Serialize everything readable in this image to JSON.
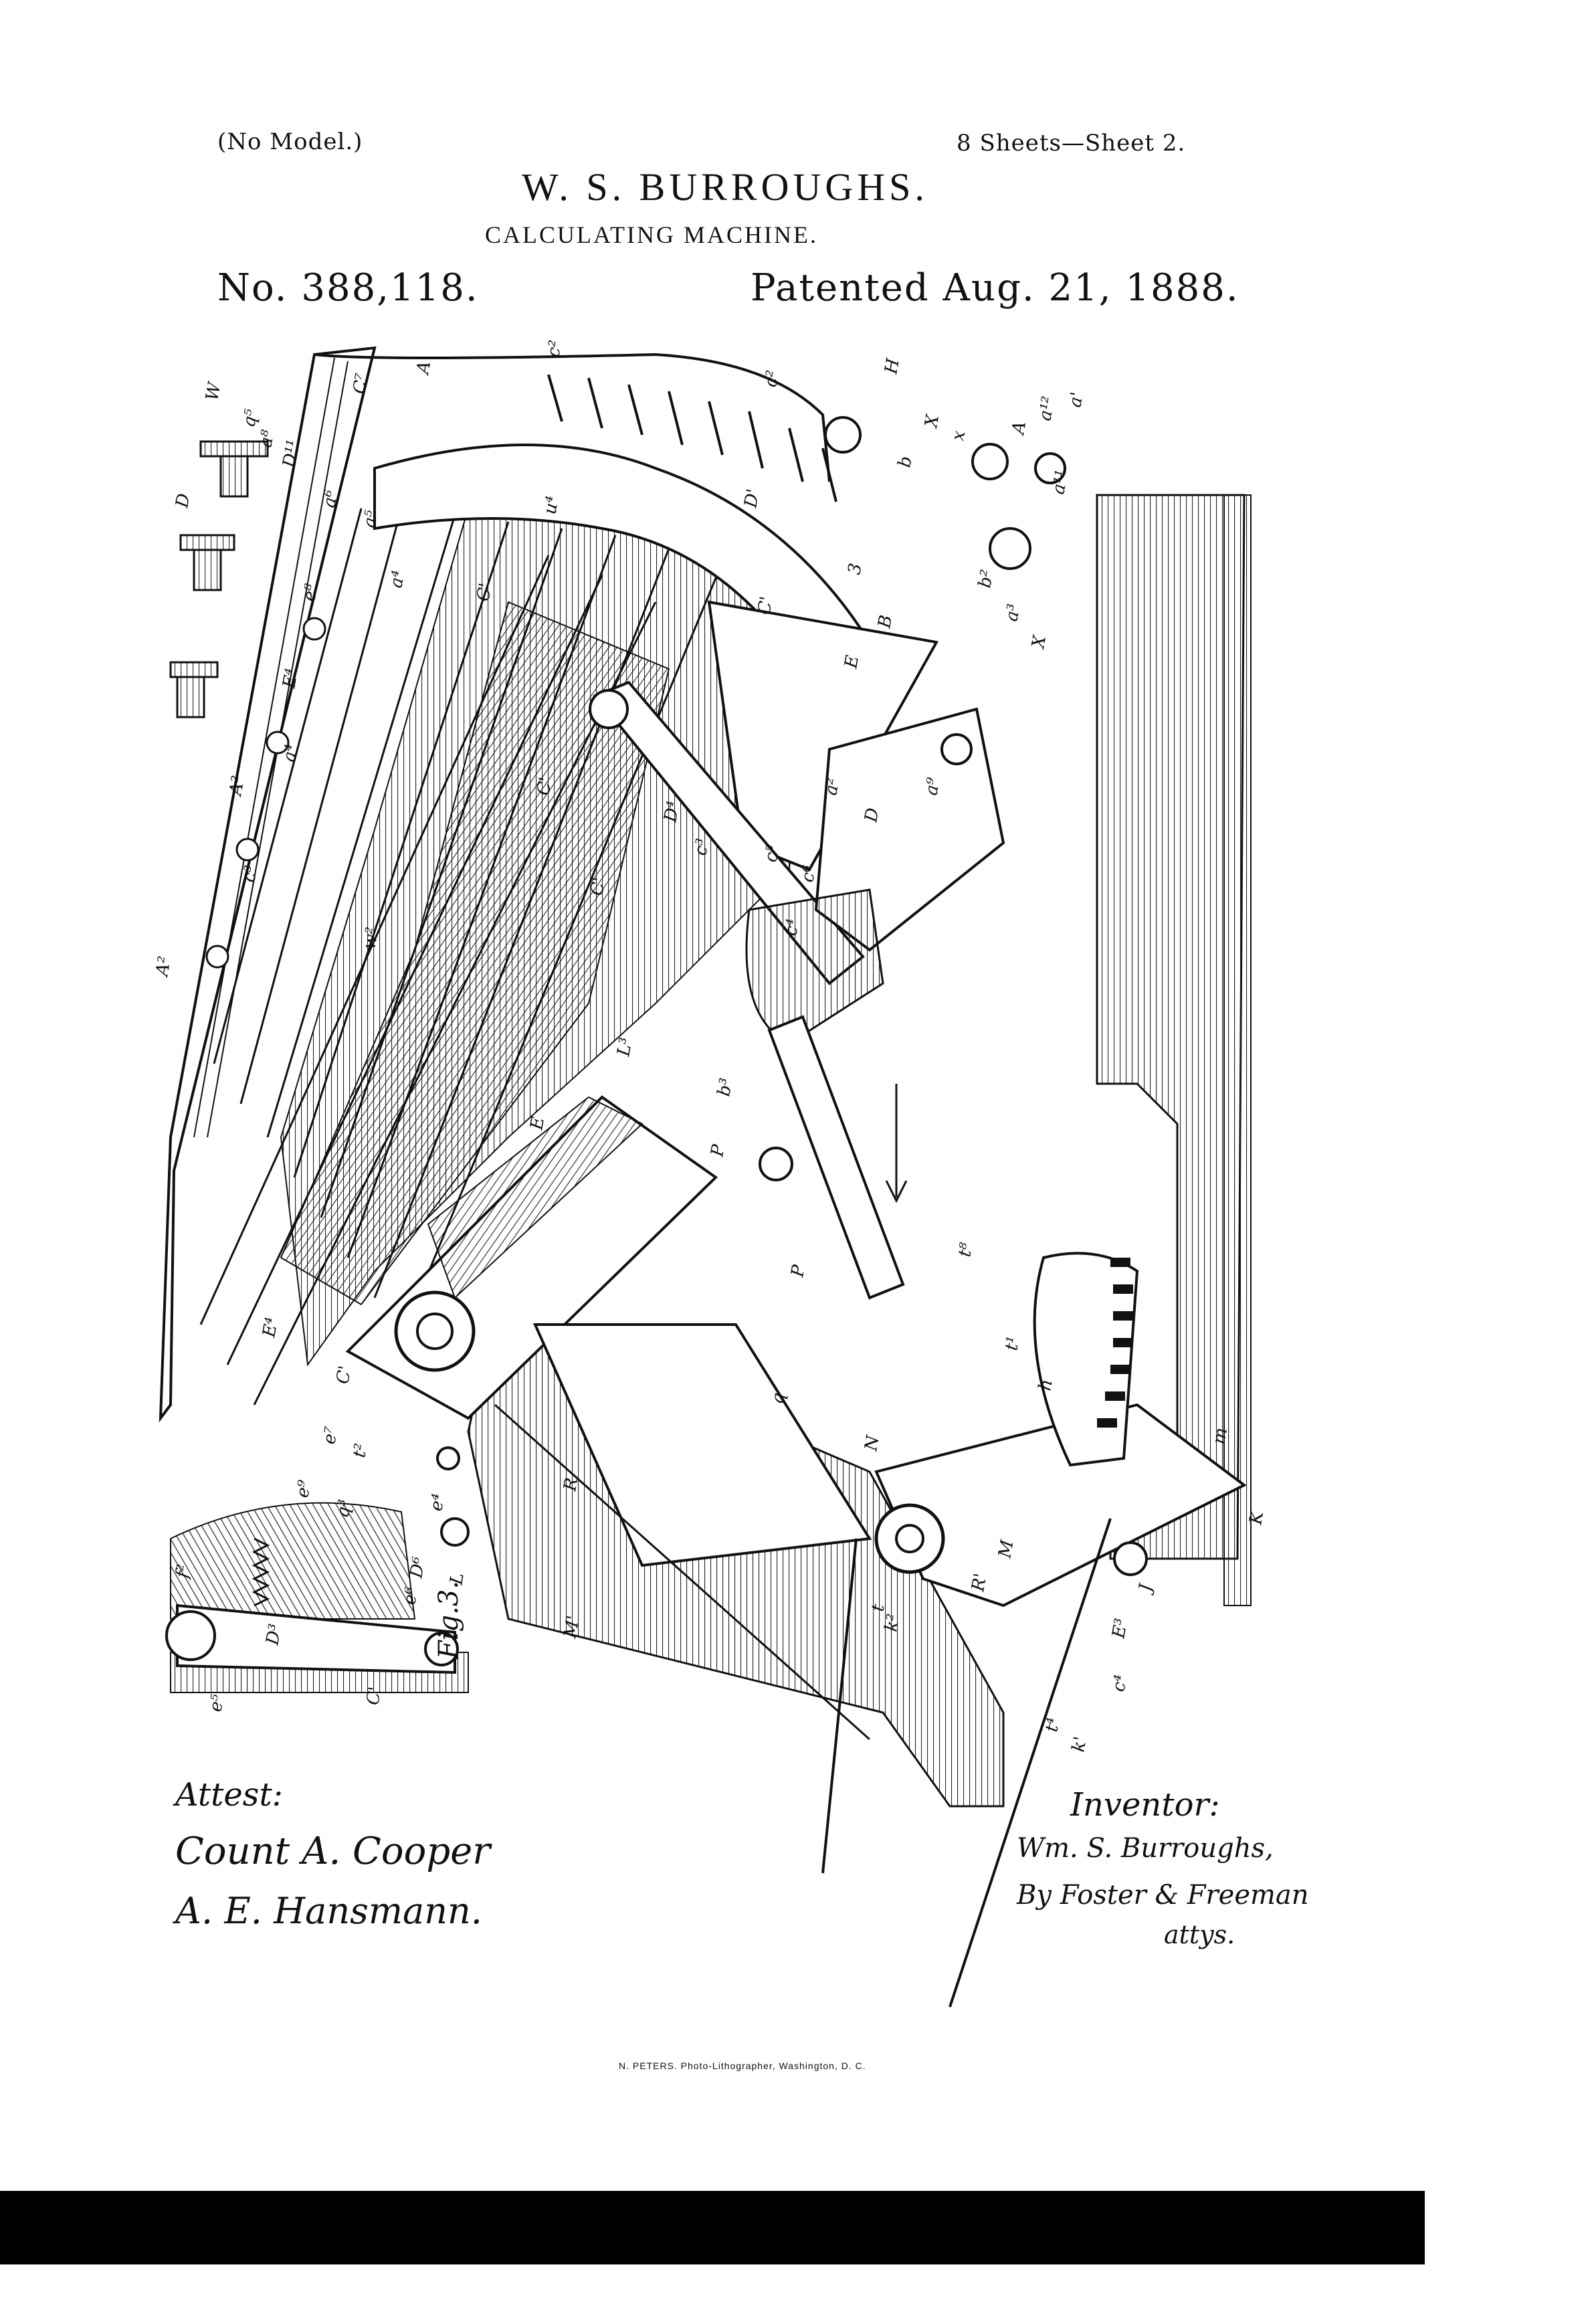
{
  "header": {
    "no_model": "(No Model.)",
    "sheets": "8 Sheets—Sheet 2.",
    "inventor_name": "W. S. BURROUGHS.",
    "title": "CALCULATING MACHINE.",
    "patent_number": "No. 388,118.",
    "patent_date": "Patented Aug. 21, 1888."
  },
  "figure": {
    "label": "Fig.3.",
    "letters": [
      "A'",
      "c²",
      "c²",
      "W",
      "q⁵",
      "a⁸",
      "D¹¹",
      "C⁷",
      "H",
      "X",
      "x",
      "A",
      "a¹²",
      "a'",
      "a¹¹",
      "D",
      "a⁶",
      "a⁵",
      "u⁴",
      "D'",
      "3",
      "b",
      "e⁸",
      "a⁴",
      "C'",
      "C'",
      "E",
      "B",
      "b²",
      "a³",
      "X",
      "D",
      "a⁹",
      "a²",
      "E⁴",
      "A²",
      "a⁴",
      "D⁴",
      "c³",
      "c⁵",
      "c⁶",
      "c⁴",
      "c³",
      "A²",
      "w²",
      "C'",
      "C'",
      "L³",
      "b³",
      "E",
      "P",
      "P",
      "E⁴",
      "C'",
      "q",
      "N",
      "h",
      "t⁸",
      "t¹",
      "e⁷",
      "t²",
      "e⁹",
      "q³",
      "e⁴",
      "D⁶",
      "e⁶",
      "L",
      "R",
      "M",
      "t",
      "R'",
      "m",
      "K",
      "J",
      "E³",
      "f²",
      "D³",
      "e⁵",
      "C'",
      "M'",
      "k²",
      "t⁴",
      "k'",
      "c⁴"
    ]
  },
  "signatures": {
    "attest_label": "Attest:",
    "witness_1": "Count A. Cooper",
    "witness_2": "A. E. Hansmann.",
    "inventor_label": "Inventor:",
    "inventor_sig": "Wm. S. Burroughs,",
    "attorneys_sig": "By Foster & Freeman",
    "attorneys_label": "attys."
  },
  "printer": "N. PETERS. Photo-Lithographer, Washington, D. C."
}
